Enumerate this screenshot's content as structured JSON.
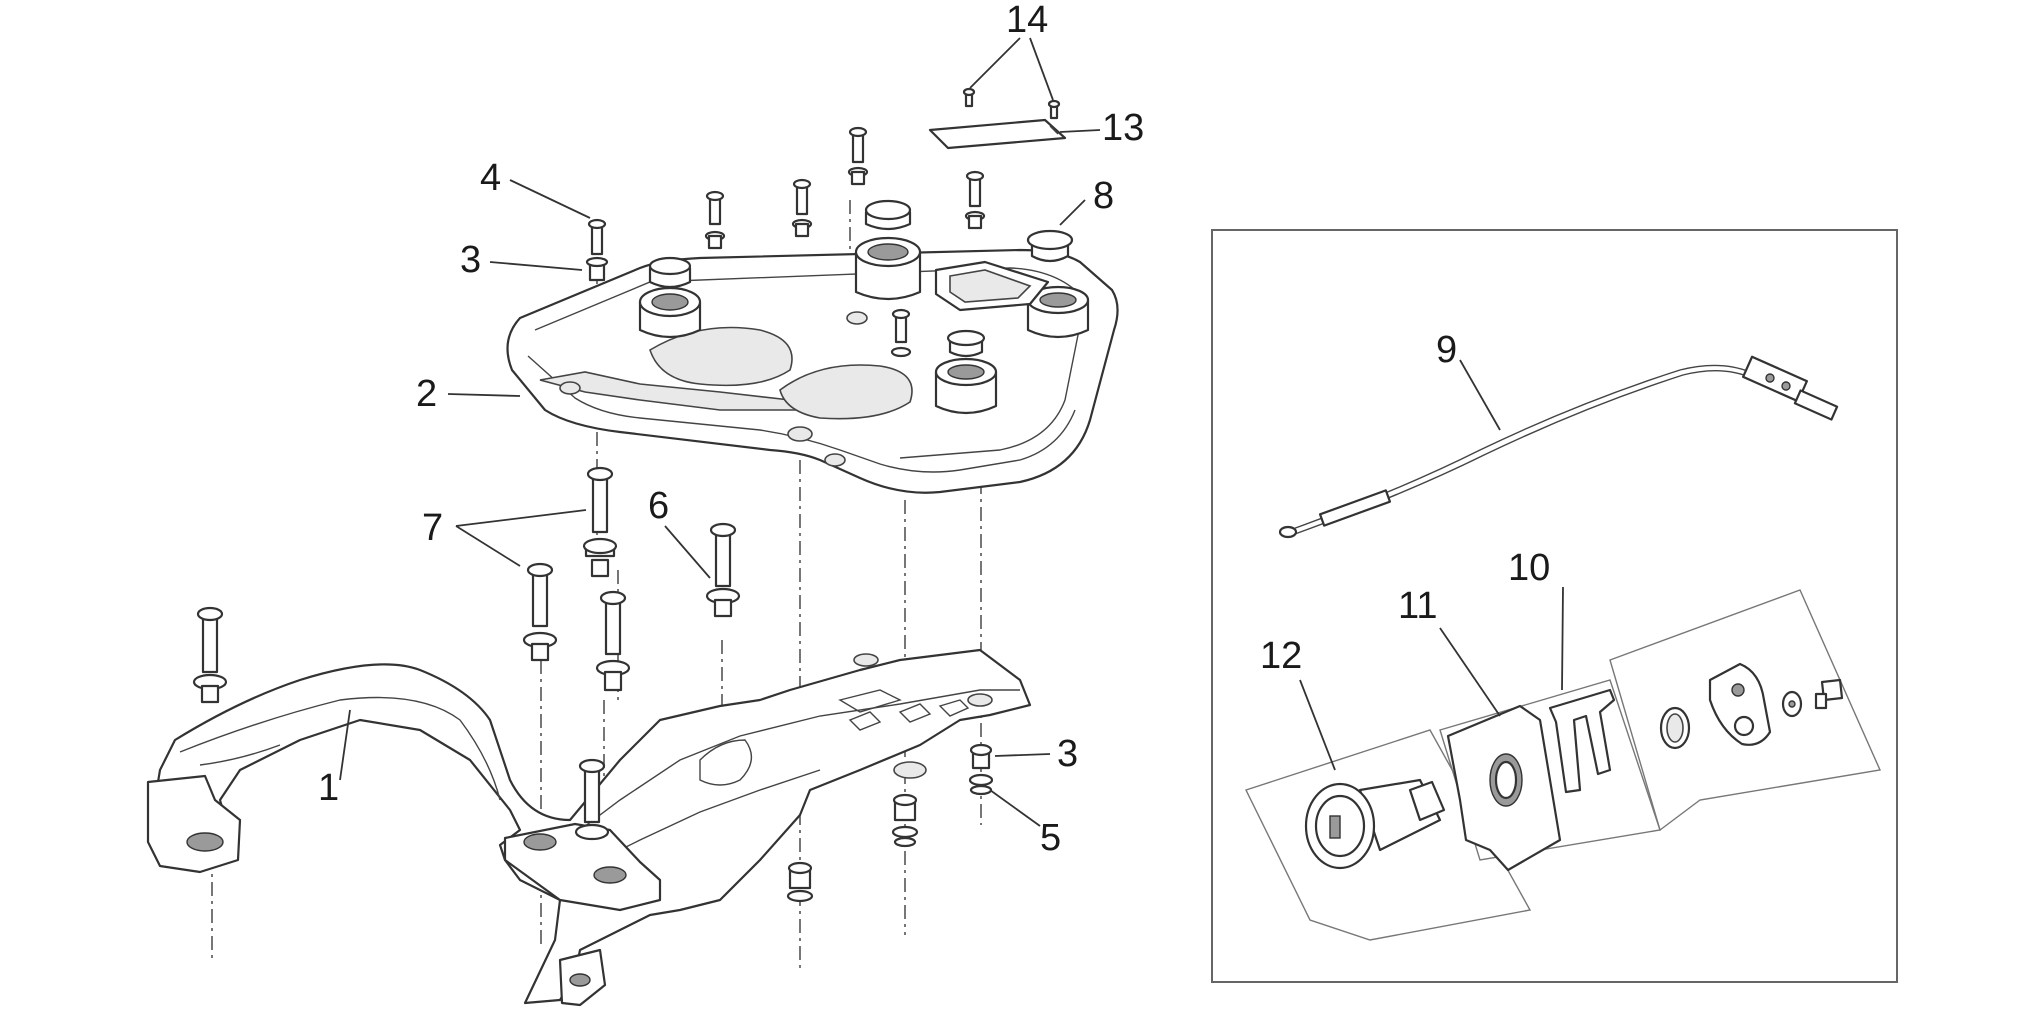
{
  "diagram": {
    "callouts": [
      {
        "id": "1",
        "label": "1"
      },
      {
        "id": "2",
        "label": "2"
      },
      {
        "id": "3a",
        "label": "3"
      },
      {
        "id": "3b",
        "label": "3"
      },
      {
        "id": "4",
        "label": "4"
      },
      {
        "id": "5",
        "label": "5"
      },
      {
        "id": "6",
        "label": "6"
      },
      {
        "id": "7",
        "label": "7"
      },
      {
        "id": "8",
        "label": "8"
      },
      {
        "id": "9",
        "label": "9"
      },
      {
        "id": "10",
        "label": "10"
      },
      {
        "id": "11",
        "label": "11"
      },
      {
        "id": "12",
        "label": "12"
      },
      {
        "id": "13",
        "label": "13"
      },
      {
        "id": "14",
        "label": "14"
      }
    ]
  }
}
